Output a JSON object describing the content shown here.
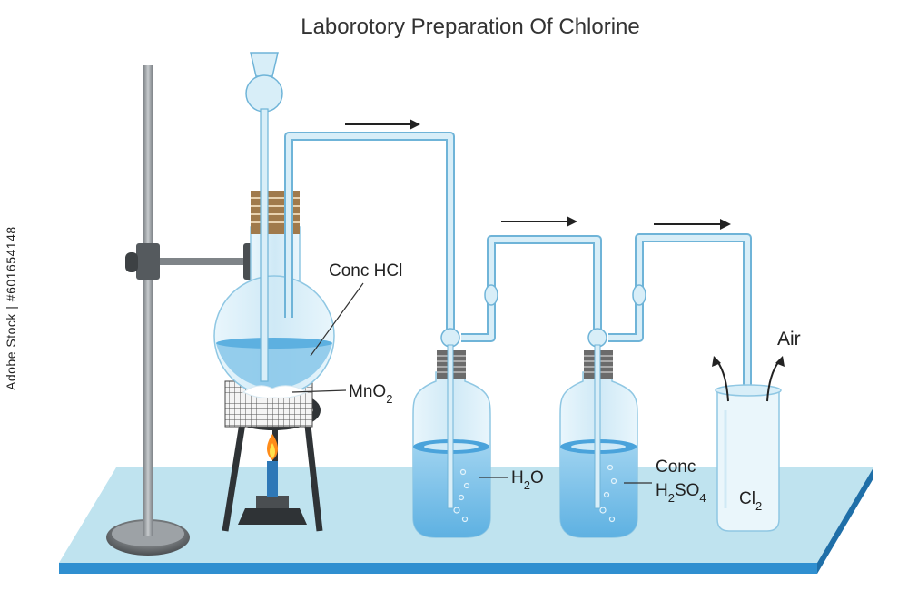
{
  "title": "Laborotory Preparation Of Chlorine",
  "watermark": "Adobe Stock | #601654148",
  "labels": {
    "conc_hcl": "Conc HCl",
    "mno2": {
      "base": "MnO",
      "sub": "2"
    },
    "water": {
      "base": "H",
      "sub": "2",
      "tail": "O"
    },
    "conc": "Conc",
    "h2so4": {
      "p1": "H",
      "s1": "2",
      "p2": "SO",
      "s2": "4"
    },
    "cl2": {
      "base": "Cl",
      "sub": "2"
    },
    "air": "Air"
  },
  "colors": {
    "table_top": "#bfe3ef",
    "table_edge": "#2f8fd0",
    "glass": "#d8eef8",
    "glass_outline": "#6fb4d8",
    "liquid": "#7ec3ea",
    "tube": "#a9d8ef",
    "cork": "#a07a4c",
    "stand": "#8f9498",
    "flame": "#ff8c1a"
  }
}
